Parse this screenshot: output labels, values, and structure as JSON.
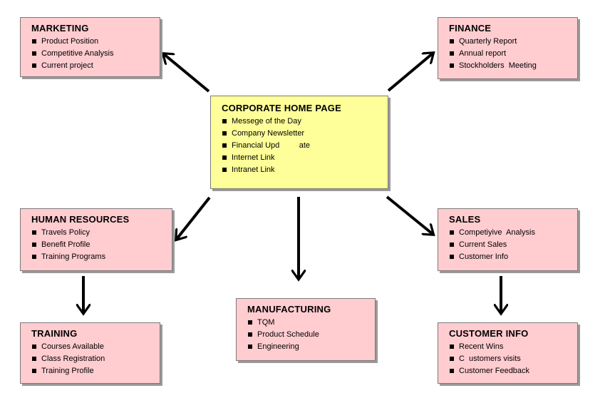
{
  "boxes": {
    "marketing": {
      "title": "MARKETING",
      "items": [
        "Product Position",
        "Competitive Analysis",
        "Current project"
      ]
    },
    "finance": {
      "title": "FINANCE",
      "items": [
        "Quarterly Report",
        "Annual report",
        "Stockholders  Meeting"
      ]
    },
    "corporate": {
      "title": "CORPORATE HOME PAGE",
      "items": [
        "Messege of the Day",
        "Company Newsletter",
        "Financial Upd         ate",
        "Internet Link",
        "Intranet Link"
      ]
    },
    "hr": {
      "title": "HUMAN RESOURCES",
      "items": [
        "Travels Policy",
        "Benefit Profile",
        "Training Programs"
      ]
    },
    "sales": {
      "title": "SALES",
      "items": [
        "Competiyive  Analysis",
        "Current Sales",
        "Customer Info"
      ]
    },
    "manufacturing": {
      "title": "MANUFACTURING",
      "items": [
        "TQM",
        "Product Schedule",
        "Engineering"
      ]
    },
    "training": {
      "title": "TRAINING",
      "items": [
        "Courses Available",
        "Class Registration",
        "Training Profile"
      ]
    },
    "customer_info": {
      "title": "CUSTOMER INFO",
      "items": [
        "Recent Wins",
        "C  ustomers visits",
        "Customer Feedback"
      ]
    }
  },
  "colors": {
    "box_fill": "#ffccd0",
    "center_fill": "#ffff99",
    "arrow": "#000000"
  }
}
